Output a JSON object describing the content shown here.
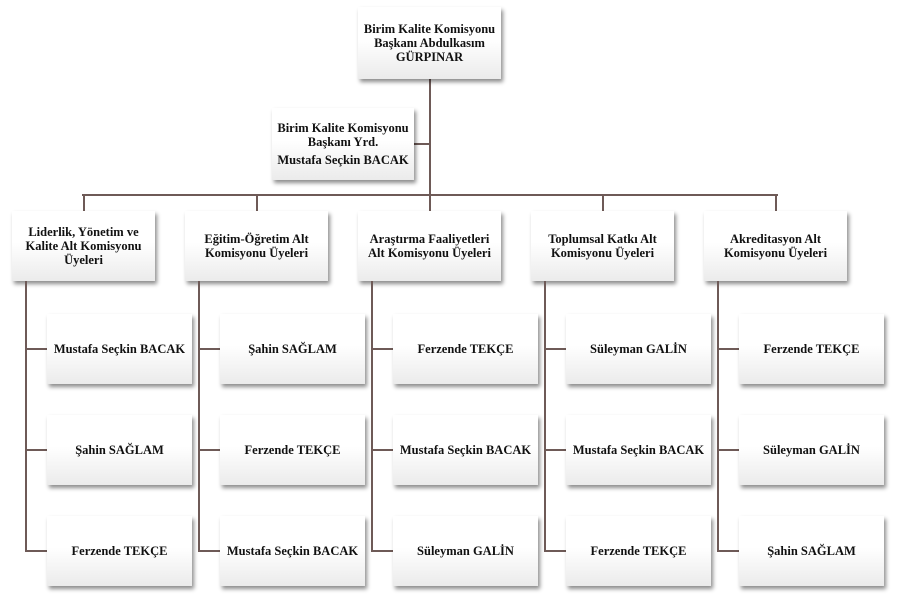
{
  "chart_data": {
    "type": "org-chart",
    "root": {
      "title": "Birim Kalite Komisyonu Başkanı Abdulkasım GÜRPINAR"
    },
    "deputy": {
      "title": "Birim Kalite Komisyonu Başkanı Yrd.",
      "name": "Mustafa Seçkin BACAK"
    },
    "subcommittees": [
      {
        "title": "Liderlik, Yönetim ve Kalite Alt Komisyonu Üyeleri",
        "members": [
          "Mustafa Seçkin BACAK",
          "Şahin SAĞLAM",
          "Ferzende TEKÇE"
        ]
      },
      {
        "title": "Eğitim-Öğretim Alt Komisyonu Üyeleri",
        "members": [
          "Şahin SAĞLAM",
          "Ferzende TEKÇE",
          "Mustafa Seçkin BACAK"
        ]
      },
      {
        "title": "Araştırma Faaliyetleri Alt Komisyonu Üyeleri",
        "members": [
          "Ferzende TEKÇE",
          "Mustafa Seçkin BACAK",
          "Süleyman GALİN"
        ]
      },
      {
        "title": "Toplumsal Katkı Alt Komisyonu Üyeleri",
        "members": [
          "Süleyman GALİN",
          "Mustafa Seçkin BACAK",
          "Ferzende TEKÇE"
        ]
      },
      {
        "title": "Akreditasyon Alt Komisyonu Üyeleri",
        "members": [
          "Ferzende TEKÇE",
          "Süleyman GALİN",
          "Şahin SAĞLAM"
        ]
      }
    ]
  },
  "colors": {
    "connector": "#6e5a57",
    "box_top": "#ffffff",
    "box_bottom": "#ebebeb"
  }
}
